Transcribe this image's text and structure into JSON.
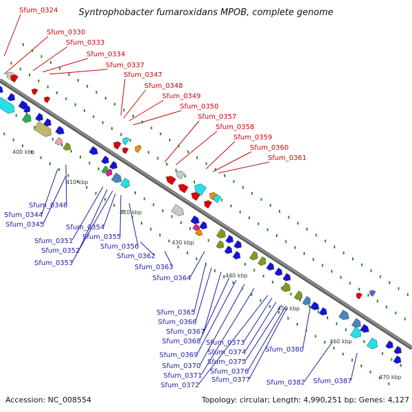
{
  "title": "Syntrophobacter fumaroxidans MPOB, complete genome",
  "footer": {
    "accession": "Accession: NC_008554",
    "summary": "Topology: circular; Length: 4,990,251 bp; Genes: 4,127"
  },
  "scale_labels": [
    "400 kbp",
    "410 kbp",
    "420 kbp",
    "430 kbp",
    "440 kbp",
    "450 kbp",
    "460 kbp",
    "470 kbp"
  ],
  "reverse_strand_labels": [
    "Sfum_0324",
    "Sfum_0330",
    "Sfum_0333",
    "Sfum_0334",
    "Sfum_0337",
    "Sfum_0347",
    "Sfum_0348",
    "Sfum_0349",
    "Sfum_0350",
    "Sfum_0357",
    "Sfum_0358",
    "Sfum_0359",
    "Sfum_0360",
    "Sfum_0361"
  ],
  "forward_strand_labels": [
    "Sfum_0346",
    "Sfum_0344",
    "Sfum_0345",
    "Sfum_0351",
    "Sfum_0352",
    "Sfum_0353",
    "Sfum_0354",
    "Sfum_0355",
    "Sfum_0356",
    "Sfum_0362",
    "Sfum_0363",
    "Sfum_0364",
    "Sfum_0365",
    "Sfum_0366",
    "Sfum_0367",
    "Sfum_0368",
    "Sfum_0369",
    "Sfum_0370",
    "Sfum_0371",
    "Sfum_0372",
    "Sfum_0373",
    "Sfum_0374",
    "Sfum_0375",
    "Sfum_0376",
    "Sfum_0377",
    "Sfum_0380",
    "Sfum_0382",
    "Sfum_0387"
  ],
  "colors": {
    "backbone": "#8a8a8a",
    "reverse_label": "#cc0000",
    "forward_label": "#1a1aa6",
    "tick": "#1d8a1d",
    "gene_blue": "#1414d8",
    "gene_red": "#e00000",
    "gene_cyan": "#22e0e8",
    "gene_olive": "#7f9a1e",
    "gene_khaki": "#c2b66a",
    "gene_gray": "#c8c8c8",
    "gene_pink": "#f0a0a0",
    "gene_magenta": "#e0208a",
    "gene_orange": "#f08c00",
    "gene_steel": "#4a84c0",
    "gene_green": "#2ab04a",
    "gene_purple": "#7060c8"
  }
}
